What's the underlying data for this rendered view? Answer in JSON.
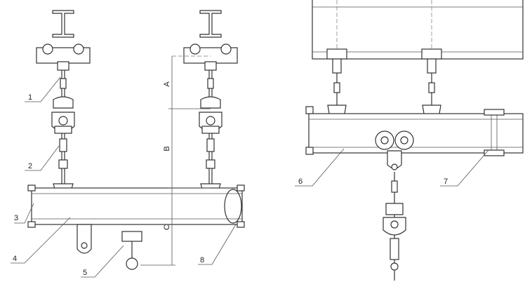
{
  "labels": {
    "p1": "1",
    "p2": "2",
    "p3": "3",
    "p4": "4",
    "p5": "5",
    "p6": "6",
    "p7": "7",
    "p8": "8"
  },
  "dimensions": {
    "a": "A",
    "b": "B",
    "c": "C"
  }
}
